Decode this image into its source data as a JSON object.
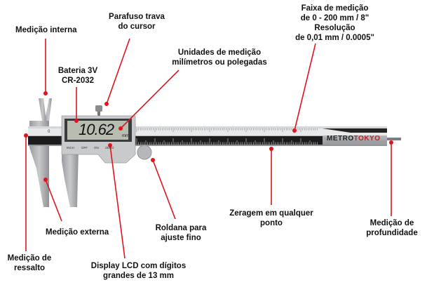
{
  "labels": {
    "inner_measure": "Medição interna",
    "lock_screw_1": "Parafuso trava",
    "lock_screw_2": "do cursor",
    "battery_1": "Bateria 3V",
    "battery_2": "CR-2032",
    "units_1": "Unidades de medição",
    "units_2": "milímetros ou polegadas",
    "range_1": "Faixa de medição",
    "range_2": "de 0 - 200 mm / 8\"",
    "range_3": "Resolução",
    "range_4": "de 0,01 mm / 0.0005\"",
    "outer_measure": "Medição externa",
    "step_1": "Medição de",
    "step_2": "ressalto",
    "lcd_1": "Display LCD com dígitos",
    "lcd_2": "grandes de 13 mm",
    "wheel_1": "Roldana para",
    "wheel_2": "ajuste fino",
    "zero_1": "Zeragem em qualquer",
    "zero_2": "ponto",
    "depth_1": "Medição de",
    "depth_2": "profundidade"
  },
  "device": {
    "reading": "10.62",
    "unit": "mm",
    "buttons": [
      "INCH",
      "OFF",
      "ON",
      "ZERO"
    ],
    "brand_a": "METRO",
    "brand_b": "TOKYO",
    "scale_zero": "0"
  },
  "colors": {
    "accent": "#e3131b",
    "brand_red": "#c0202a"
  }
}
